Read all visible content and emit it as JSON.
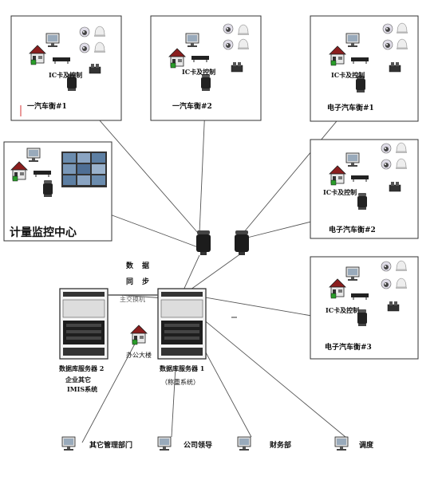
{
  "stations": {
    "s1": {
      "label": "一汽车衡#1",
      "ctrl": "IC卡及控制"
    },
    "s2": {
      "label": "一汽车衡#2",
      "ctrl": "IC卡及控制"
    },
    "s3": {
      "label": "电子汽车衡#1",
      "ctrl": "IC卡及控制"
    },
    "s4": {
      "label": "电子汽车衡#2",
      "ctrl": "IC卡及控制"
    },
    "s5": {
      "label": "电子汽车衡#3",
      "ctrl": "IC卡及控制"
    }
  },
  "monitor_center": {
    "label": "计量监控中心"
  },
  "sync": {
    "line1": "数　据",
    "line2": "同　步"
  },
  "core_switch": "主交换机",
  "office_building": "办公大楼",
  "server2": {
    "line1": "数据库服务器 2",
    "line2": "企业其它",
    "line3": "IMIS系统"
  },
  "server1": {
    "line1": "数据库服务器 1",
    "line2": "（称重系统）"
  },
  "clients": {
    "c1": "其它管理部门",
    "c2": "公司领导",
    "c3": "财务部",
    "c4": "调度"
  },
  "colors": {
    "line": "#555555",
    "border": "#333333",
    "house_roof": "#c0392b",
    "green": "#2a9d2a"
  }
}
